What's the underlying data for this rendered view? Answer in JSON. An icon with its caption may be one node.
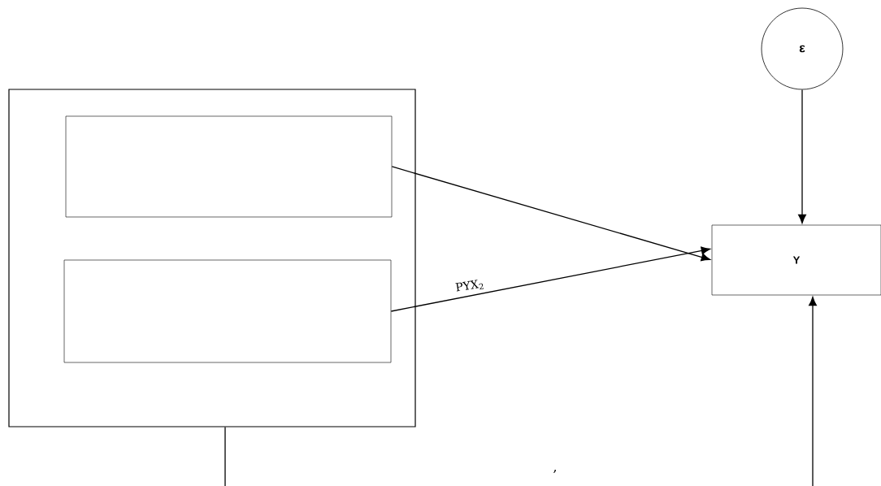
{
  "diagram": {
    "nodes": [
      {
        "text": [],
        "shape": "box"
      },
      {
        "text": [],
        "shape": "box",
        "in": 0
      },
      {
        "text": [],
        "shape": "box",
        "in": 0
      },
      {
        "text": [
          "ε"
        ]
      },
      {
        "text": [
          "Y"
        ]
      }
    ],
    "edges": [
      {
        "from": 1,
        "to": 4,
        "arrow": "to"
      },
      {
        "from": 2,
        "to": 4,
        "arrow": "to",
        "label": "PYX$_{2}$"
      },
      {
        "from": 3,
        "to": 4,
        "arrow": "to"
      },
      {
        "from": null,
        "to": 4,
        "arrow": "to"
      },
      {
        "from": 0,
        "to": null,
        "arrow": "none"
      }
    ],
    "labels": [
      ","
    ]
  }
}
